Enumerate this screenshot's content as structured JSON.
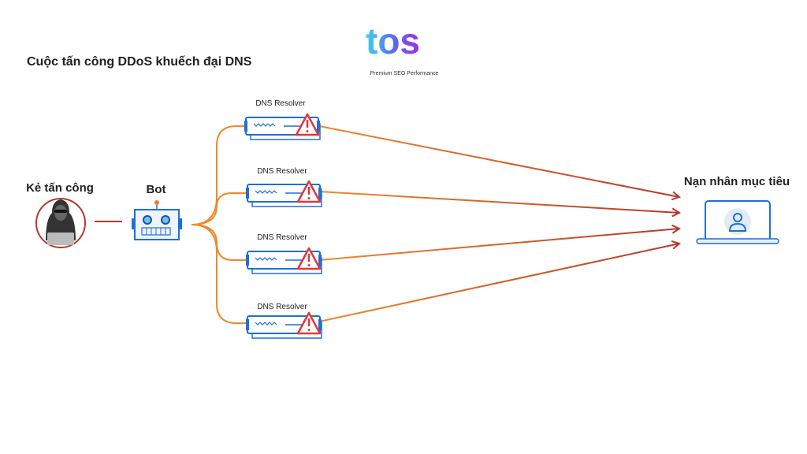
{
  "title": "Cuộc tấn công DDoS khuếch đại DNS",
  "logo": {
    "text": "tos",
    "tagline": "Premium SEO Performance"
  },
  "attacker": {
    "label": "Kẻ tấn công",
    "icon": "hacker-icon"
  },
  "bot": {
    "label": "Bot",
    "icon": "robot-icon"
  },
  "resolvers": [
    {
      "label": "DNS Resolver"
    },
    {
      "label": "DNS Resolver"
    },
    {
      "label": "DNS Resolver"
    },
    {
      "label": "DNS Resolver"
    }
  ],
  "target": {
    "label": "Nạn nhân mục tiêu",
    "icon": "laptop-user-icon"
  },
  "colors": {
    "orange": "#f0892a",
    "red": "#b8372b",
    "blue": "#1e6fd9",
    "lightblue": "#e6f0fb"
  }
}
